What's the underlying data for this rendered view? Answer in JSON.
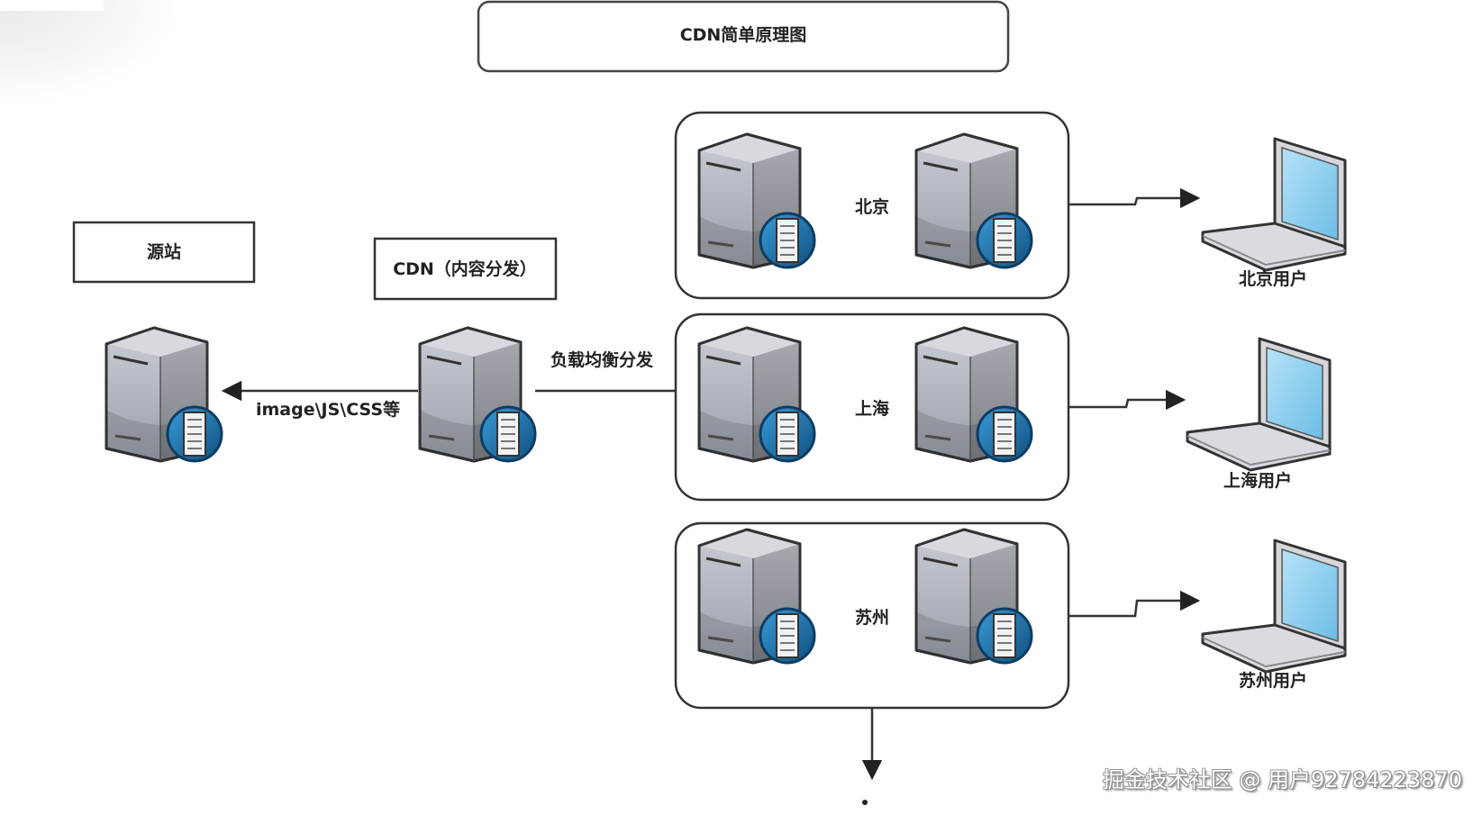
{
  "title": "CDN简单原理图",
  "origin": {
    "label": "源站"
  },
  "cdn": {
    "label": "CDN（内容分发）"
  },
  "edges": {
    "cdn_to_origin": "image\\JS\\CSS等",
    "cdn_to_nodes": "负载均衡分发"
  },
  "regions": [
    {
      "name": "北京",
      "user": "北京用户"
    },
    {
      "name": "上海",
      "user": "上海用户"
    },
    {
      "name": "苏州",
      "user": "苏州用户"
    }
  ],
  "watermark": "掘金技术社区 @ 用户92784223870",
  "colors": {
    "line": "#333333",
    "screen": "#8fcff0",
    "badge": "#1d6fa8"
  }
}
